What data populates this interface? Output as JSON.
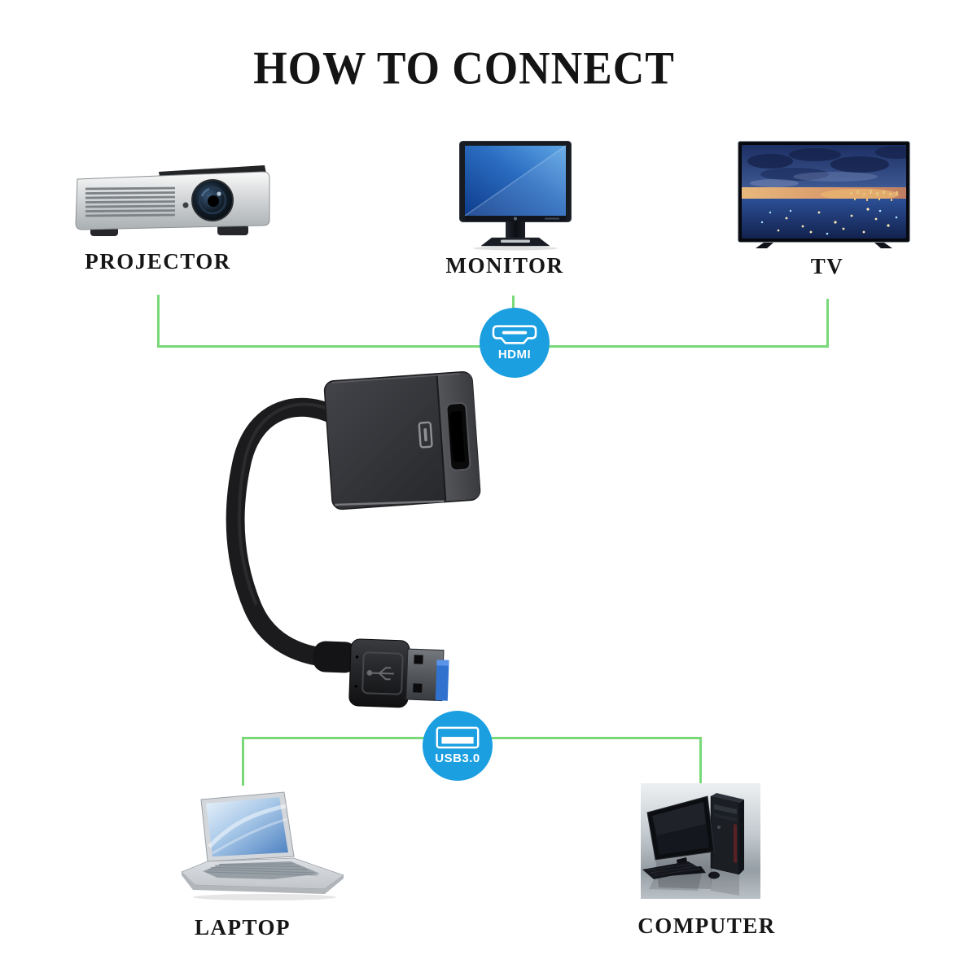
{
  "title": "HOW TO CONNECT",
  "diagram": {
    "output_devices": [
      {
        "id": "projector",
        "label": "PROJECTOR"
      },
      {
        "id": "monitor",
        "label": "MONITOR"
      },
      {
        "id": "tv",
        "label": "TV"
      }
    ],
    "source_devices": [
      {
        "id": "laptop",
        "label": "LAPTOP"
      },
      {
        "id": "computer",
        "label": "COMPUTER"
      }
    ],
    "connectors": [
      {
        "id": "hdmi",
        "label": "HDMI",
        "icon": "hdmi-port-icon"
      },
      {
        "id": "usb",
        "label": "USB3.0",
        "icon": "usb-port-icon"
      }
    ],
    "colors": {
      "connection_line_green": "#79d979",
      "connector_badge_blue": "#1b9fe0"
    }
  }
}
